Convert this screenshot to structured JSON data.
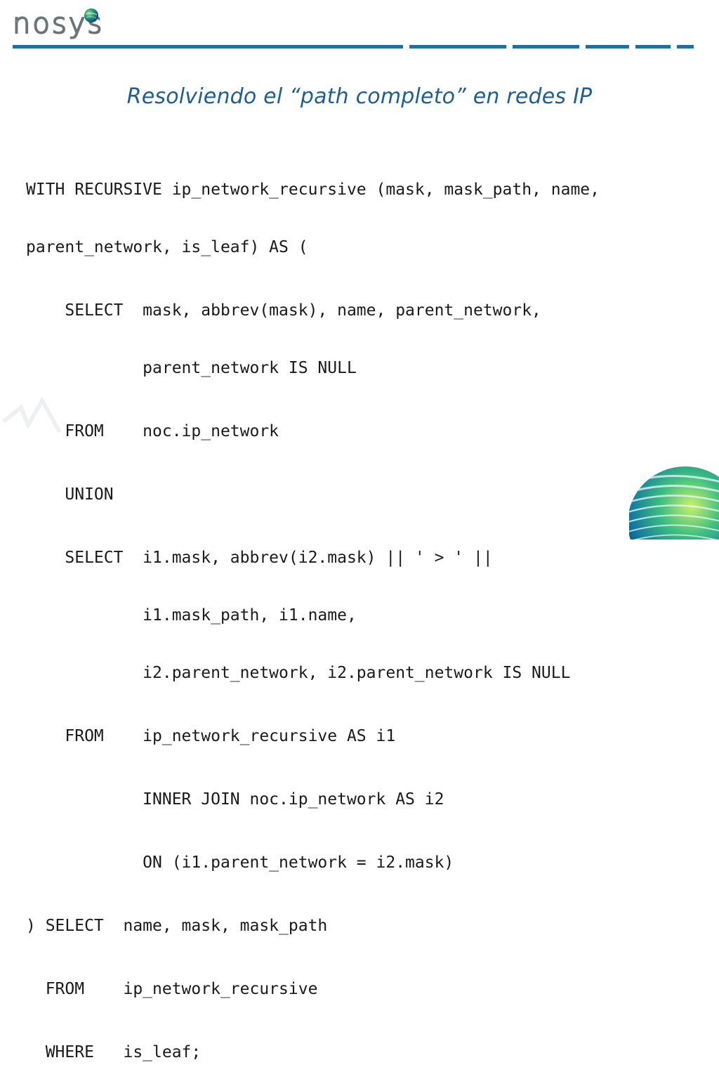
{
  "header": {
    "logo_text": "nosys",
    "logo_icon": "globe-icon",
    "accent_color": "#1f6fa3"
  },
  "slide": {
    "title": "Resolviendo el “path completo” en redes IP"
  },
  "code": {
    "lines": [
      "WITH RECURSIVE ip_network_recursive (mask, mask_path, name,",
      "parent_network, is_leaf) AS (",
      "    SELECT  mask, abbrev(mask), name, parent_network,",
      "            parent_network IS NULL",
      "    FROM    noc.ip_network",
      "    UNION",
      "    SELECT  i1.mask, abbrev(i2.mask) || ' > ' ||",
      "            i1.mask_path, i1.name,",
      "            i2.parent_network, i2.parent_network IS NULL",
      "    FROM    ip_network_recursive AS i1",
      "            INNER JOIN noc.ip_network AS i2",
      "            ON (i1.parent_network = i2.mask)",
      ") SELECT  name, mask, mask_path",
      "  FROM    ip_network_recursive",
      "  WHERE   is_leaf;"
    ]
  },
  "decor": {
    "corner_icon": "globe-graphic"
  }
}
